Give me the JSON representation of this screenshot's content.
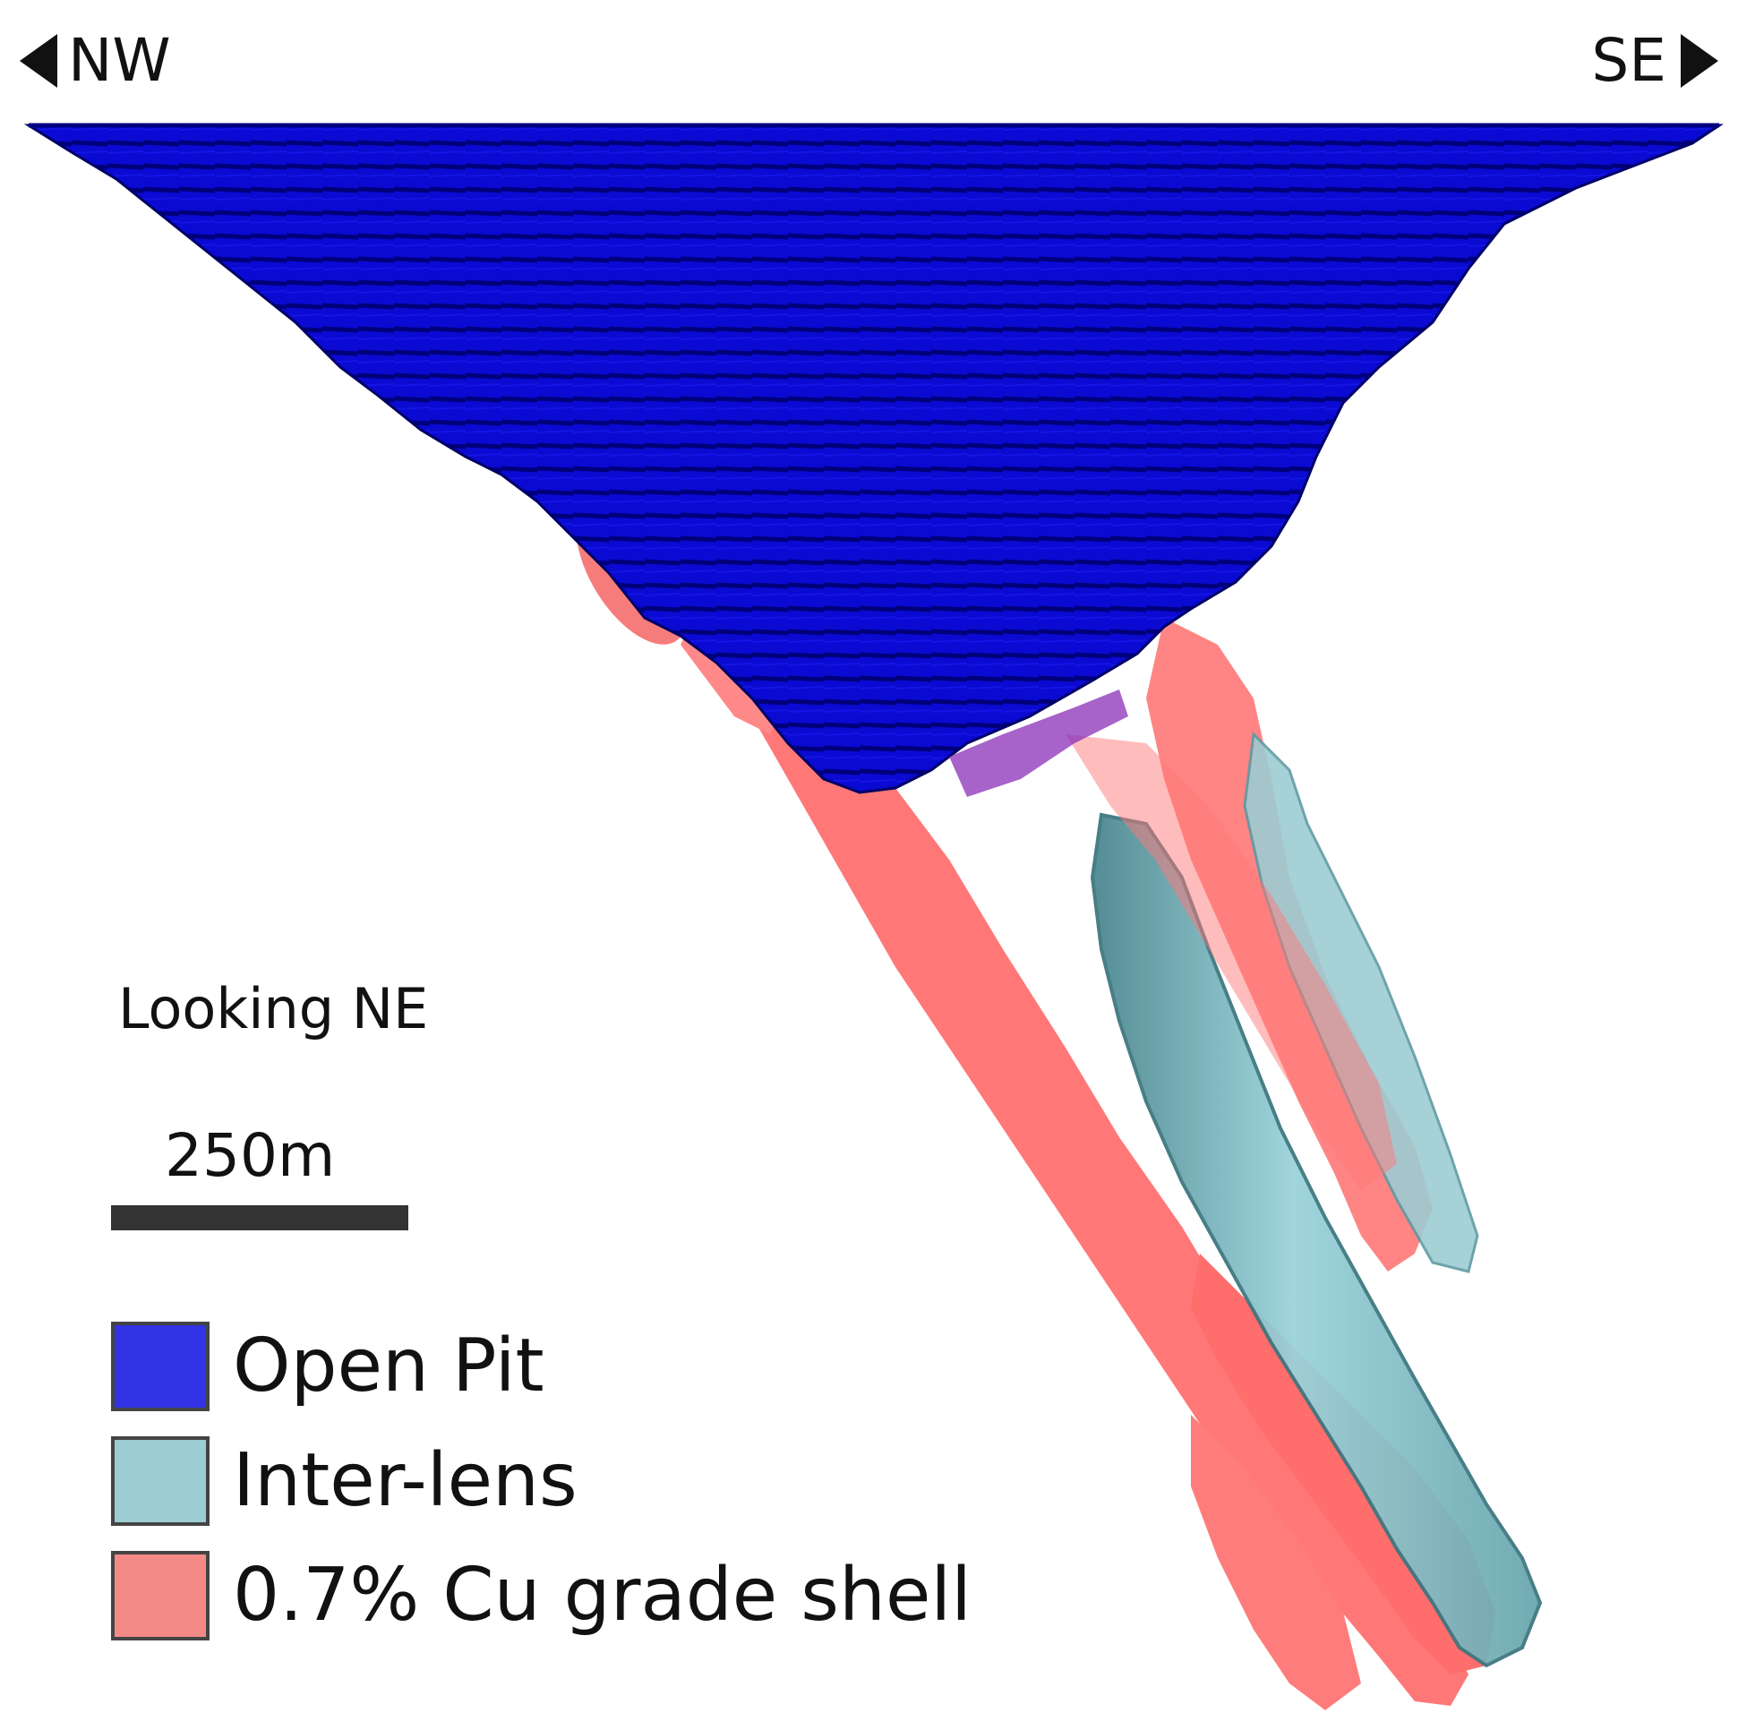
{
  "compass": {
    "left_label": "NW",
    "right_label": "SE",
    "left_arrow_icon": "triangle-left-icon",
    "right_arrow_icon": "triangle-right-icon"
  },
  "view_direction": "Looking NE",
  "scale_bar": {
    "label": "250m",
    "color": "#333333"
  },
  "legend": {
    "items": [
      {
        "label": "Open Pit",
        "color": "#3333e6"
      },
      {
        "label": "Inter-lens",
        "color": "#9ccdd3"
      },
      {
        "label": "0.7% Cu grade shell",
        "color": "#f48a88"
      }
    ]
  },
  "colors": {
    "open_pit": "#0a0ad2",
    "open_pit_bench": "#00007a",
    "inter_lens": "#8fc9d1",
    "inter_lens_edge": "#4f8a92",
    "grade_shell": "#ff5a5a",
    "grade_shell_overlap": "#8a2fb8"
  }
}
